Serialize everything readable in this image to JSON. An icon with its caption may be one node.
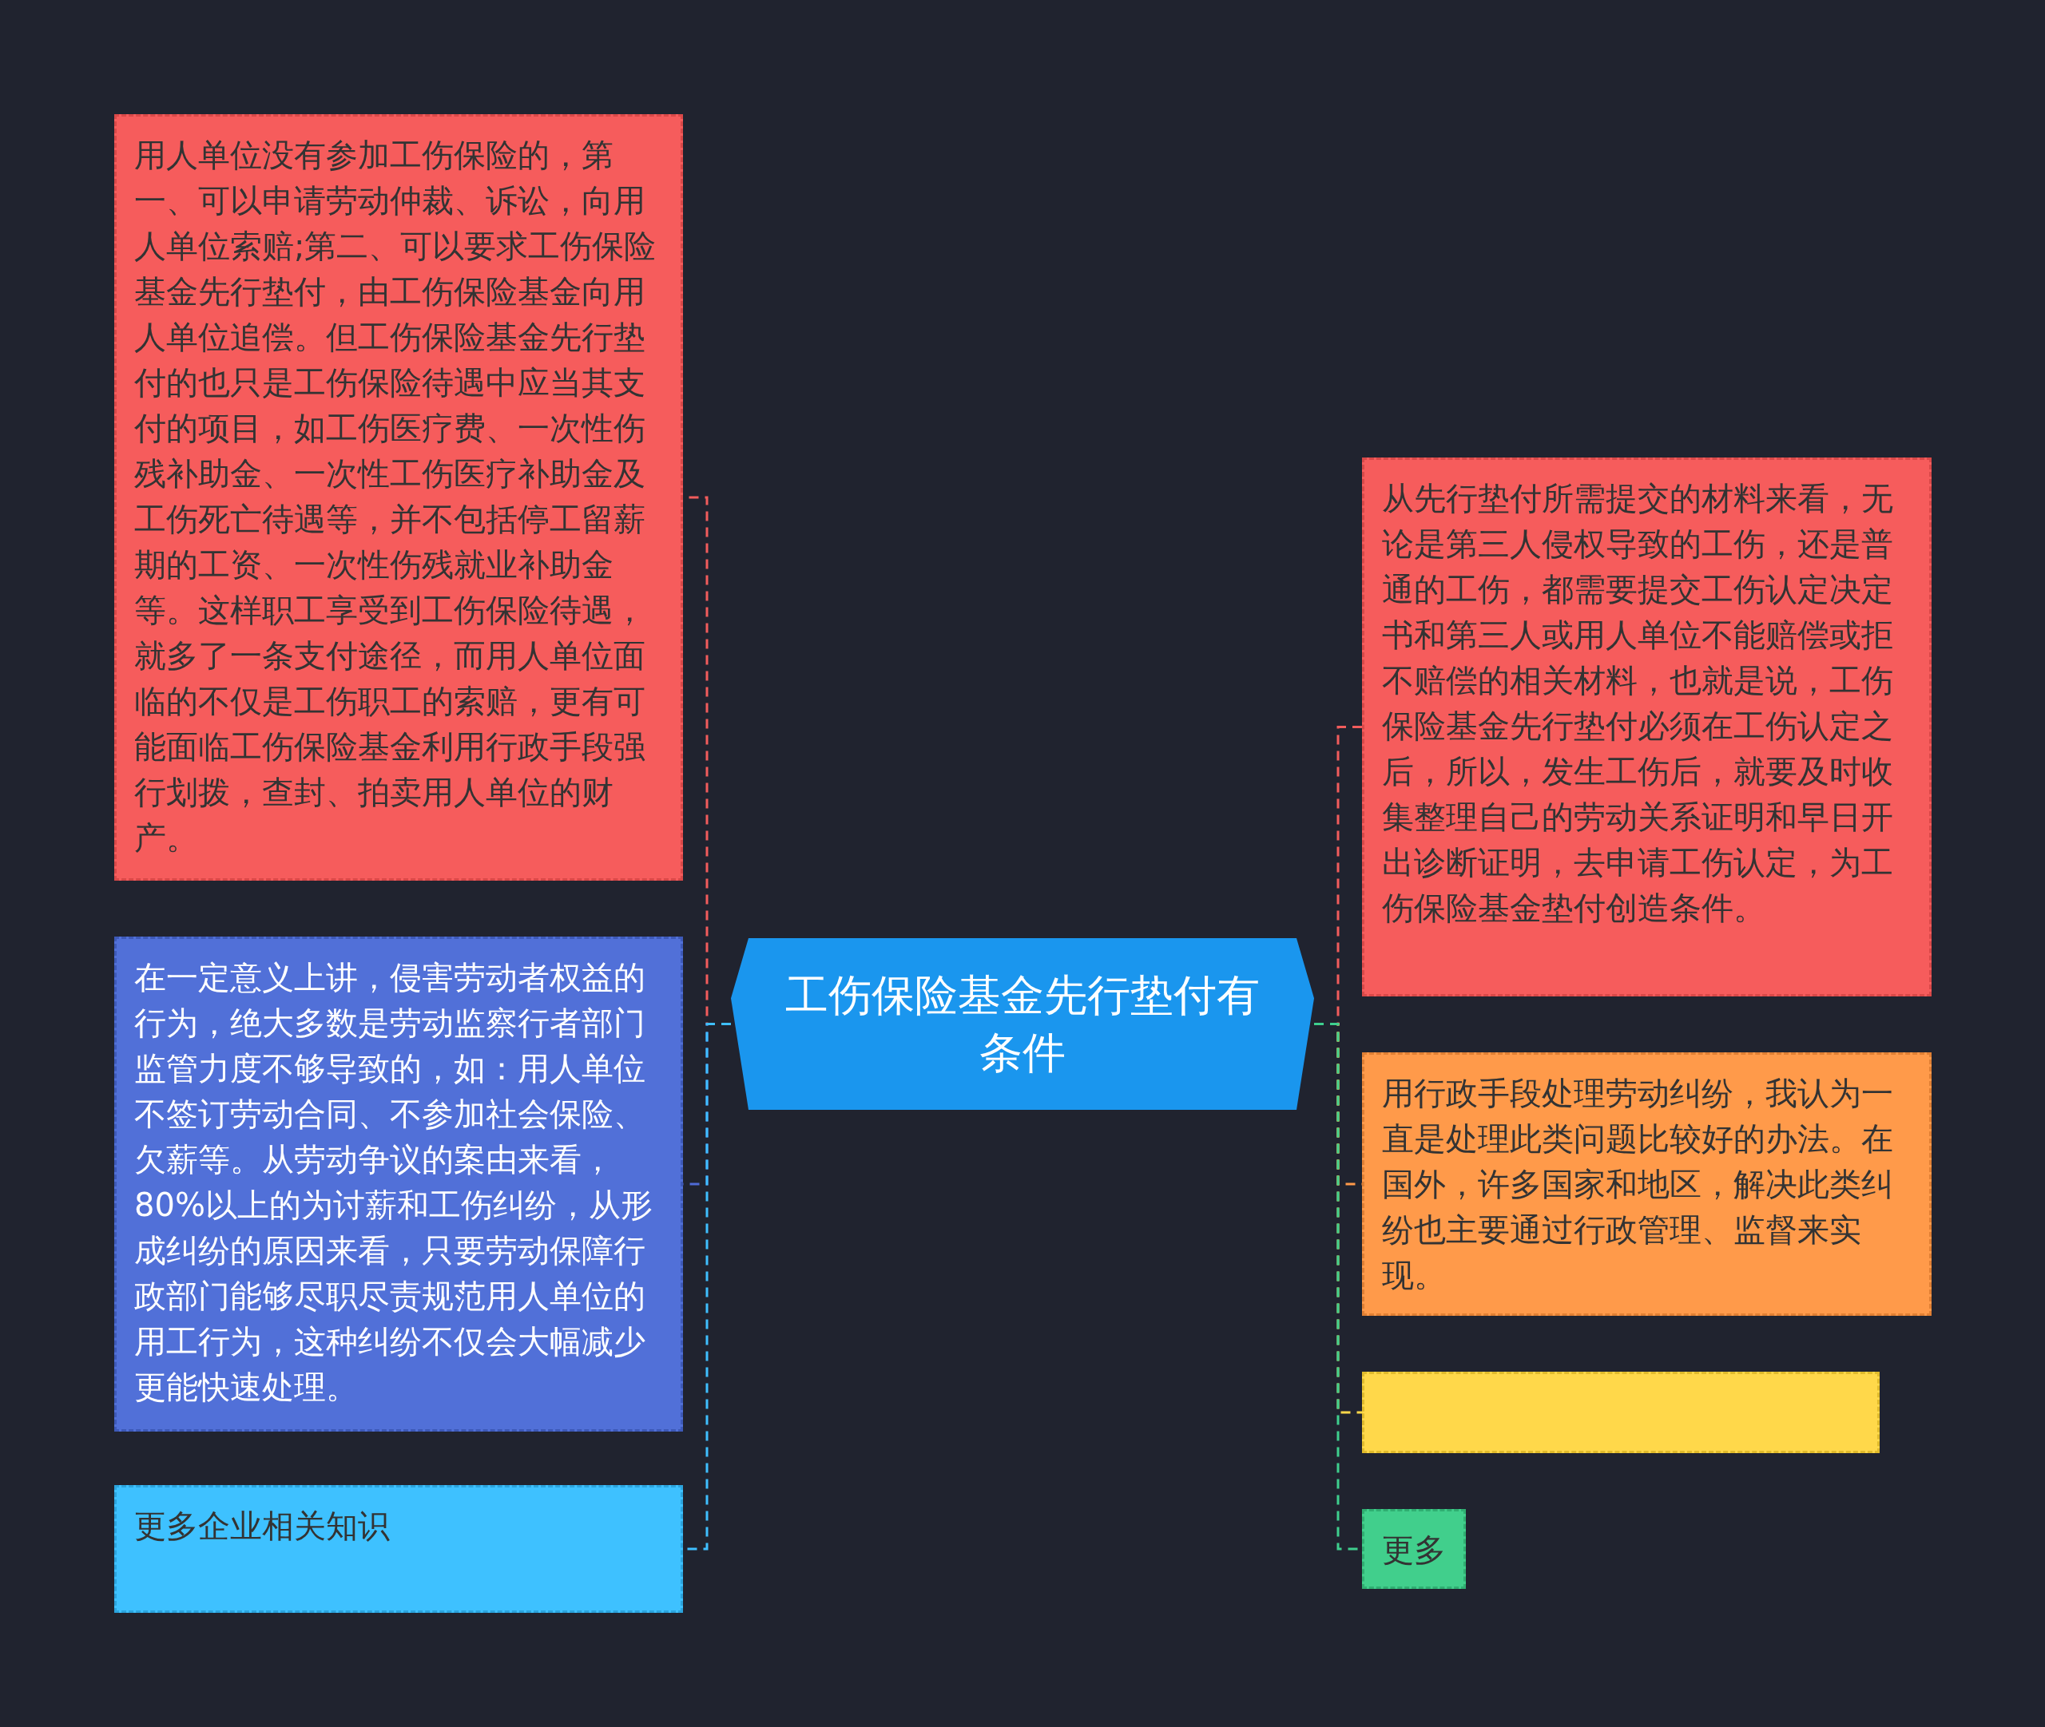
{
  "diagram": {
    "nodes": [
      {
        "text": [
          "工伤保险基金先行垫付有条件"
        ]
      },
      {
        "text": [
          "用人单位没有参加工伤保险的，第一、可以申请劳动仲裁、诉讼，向用人单位索赔;第二、可以要求工伤保险基金先行垫付，由工伤保险基金向用人单位追偿。但工伤保险基金先行垫付的也只是工伤保险待遇中应当其支付的项目，如工伤医疗费、一次性伤残补助金、一次性工伤医疗补助金及工伤死亡待遇等，并不包括停工留薪期的工资、一次性伤残就业补助金等。这样职工享受到工伤保险待遇，就多了一条支付途径，而用人单位面临的不仅是工伤职工的索赔，更有可能面临工伤保险基金利用行政手段强行划拨，查封、拍卖用人单位的财产。"
        ]
      },
      {
        "text": [
          "在一定意义上讲，侵害劳动者权益的行为，绝大多数是劳动监察行者部门监管力度不够导致的，如：用人单位不签订劳动合同、不参加社会保险、欠薪等。从劳动争议的案由来看，80%以上的为讨薪和工伤纠纷，从形成纠纷的原因来看，只要劳动保障行政部门能够尽职尽责规范用人单位的用工行为，这种纠纷不仅会大幅减少更能快速处理。"
        ]
      },
      {
        "text": [
          "更多企业相关知识"
        ]
      },
      {
        "text": [
          "从先行垫付所需提交的材料来看，无论是第三人侵权导致的工伤，还是普通的工伤，都需要提交工伤认定决定书和第三人或用人单位不能赔偿或拒不赔偿的相关材料，也就是说，工伤保险基金先行垫付必须在工伤认定之后，所以，发生工伤后，就要及时收集整理自己的劳动关系证明和早日开出诊断证明，去申请工伤认定，为工伤保险基金垫付创造条件。"
        ]
      },
      {
        "text": [
          "用行政手段处理劳动纠纷，我认为一直是处理此类问题比较好的办法。在国外，许多国家和地区，解决此类纠纷也主要通过行政管理、监督来实现。"
        ]
      },
      {
        "text": [],
        "shape": "box"
      },
      {
        "text": [
          "更多"
        ]
      }
    ],
    "edges": [
      {
        "from": 0,
        "to": 1,
        "arrow": "none",
        "style": "dashed",
        "color": "#f25c5c"
      },
      {
        "from": 0,
        "to": 2,
        "arrow": "none",
        "style": "dashed",
        "color": "#4f6bd6"
      },
      {
        "from": 0,
        "to": 3,
        "arrow": "none",
        "style": "dashed",
        "color": "#3fbfff"
      },
      {
        "from": 0,
        "to": 4,
        "arrow": "none",
        "style": "dashed",
        "color": "#f25c5c"
      },
      {
        "from": 0,
        "to": 5,
        "arrow": "none",
        "style": "dashed",
        "color": "#ff9a4a"
      },
      {
        "from": 0,
        "to": 6,
        "arrow": "none",
        "style": "dashed",
        "color": "#ffd84a"
      },
      {
        "from": 0,
        "to": 7,
        "arrow": "none",
        "style": "dashed",
        "color": "#3ecf8e"
      }
    ]
  }
}
